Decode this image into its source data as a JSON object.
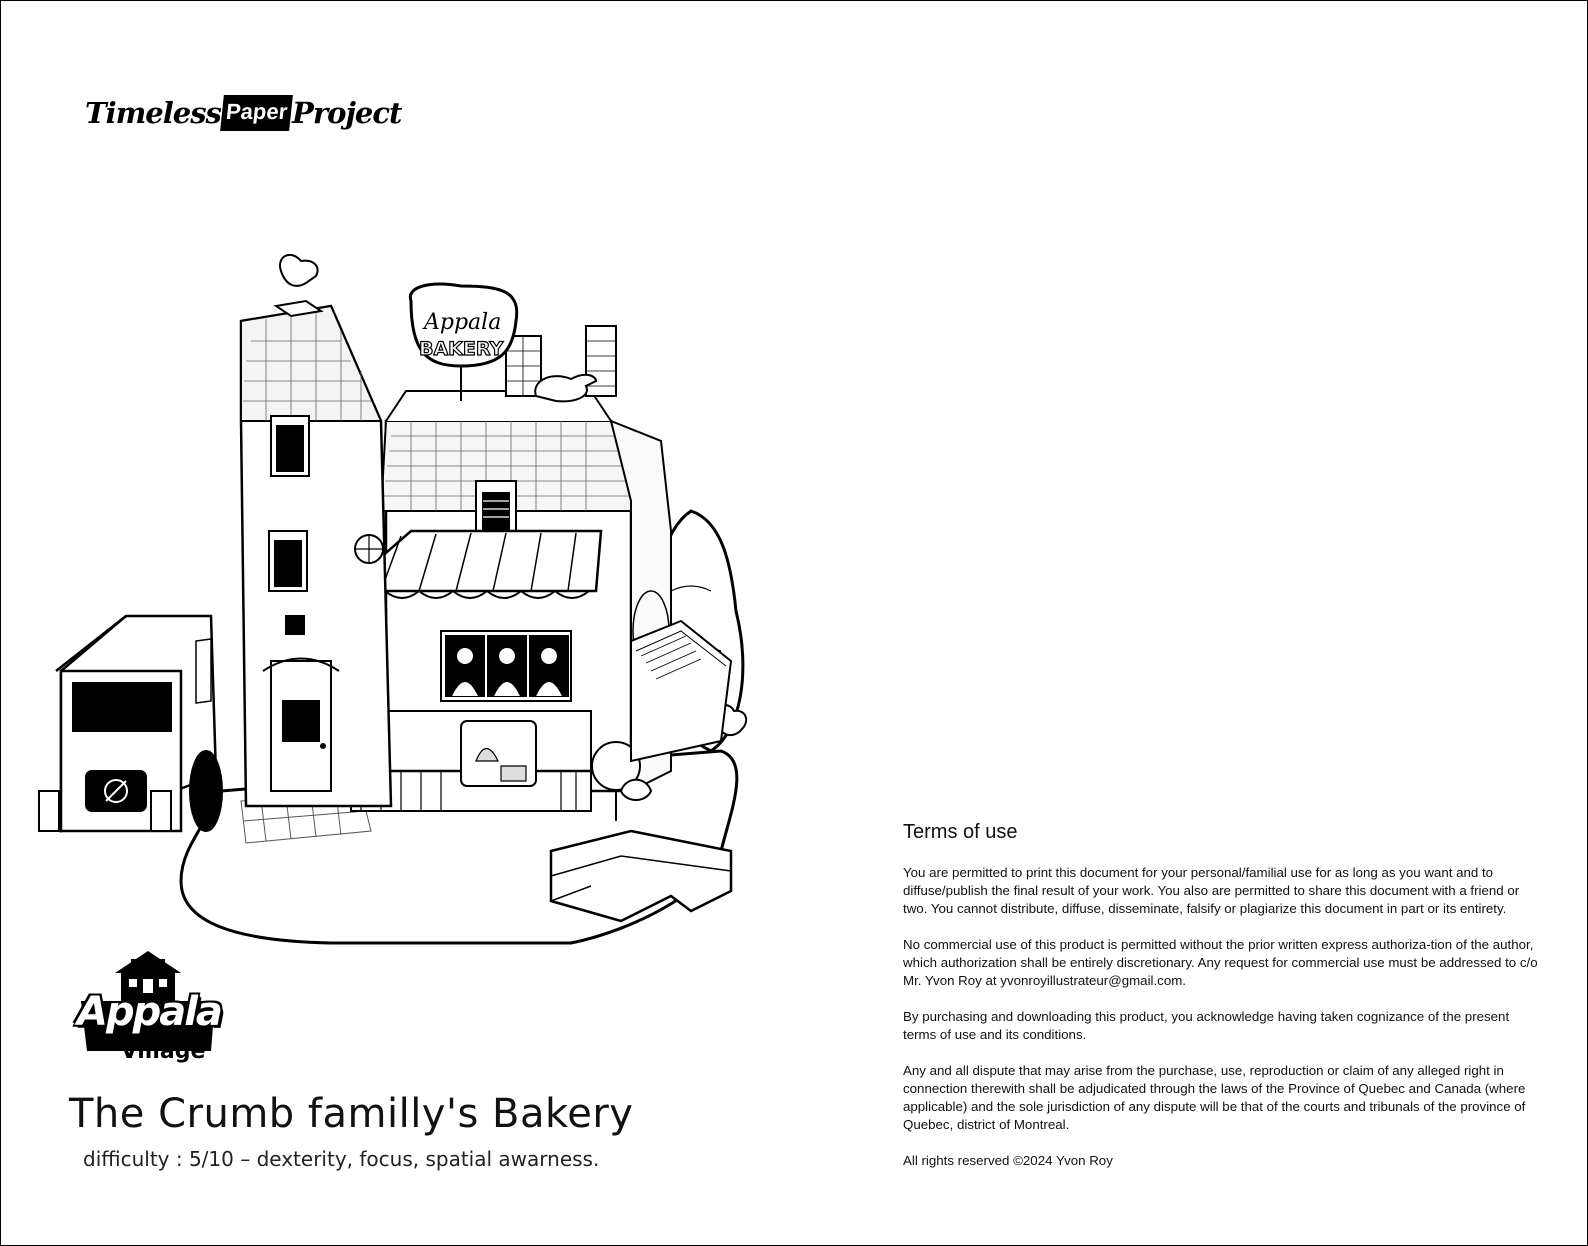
{
  "brand": {
    "left": "Timeless",
    "middle": "Paper",
    "right": "Project"
  },
  "illustration": {
    "sign_line1": "Appala",
    "sign_line2": "BAKERY"
  },
  "village_logo": {
    "word1": "Appala",
    "word2": "Village"
  },
  "title": "The Crumb familly's Bakery",
  "subtitle": "difficulty : 5/10 – dexterity, focus, spatial awarness.",
  "terms": {
    "heading": "Terms of use",
    "paragraphs": [
      "You are permitted to print this document for your personal/familial use for as long as you want and to diffuse/publish the final result of your work. You also are permitted to share this document with a friend or two. You cannot distribute, diffuse, disseminate, falsify or plagiarize this document in part or its entirety.",
      "No commercial use of this product is permitted without the prior written express authoriza-tion of the author, which authorization shall be entirely discretionary. Any request for commercial use must be addressed to c/o Mr. Yvon Roy at yvonroyillustrateur@gmail.com.",
      "By purchasing and downloading this product, you acknowledge having taken cognizance of the present terms of use and its conditions.",
      "Any and all dispute that may arise from the purchase, use, reproduction or claim of any alleged right in connection therewith shall be adjudicated through the laws of the Province of Quebec and Canada (where applicable) and the sole jurisdiction of any dispute will be that of the courts and tribunals of the province of Quebec, district of Montreal.",
      "All rights reserved ©2024 Yvon Roy"
    ]
  }
}
